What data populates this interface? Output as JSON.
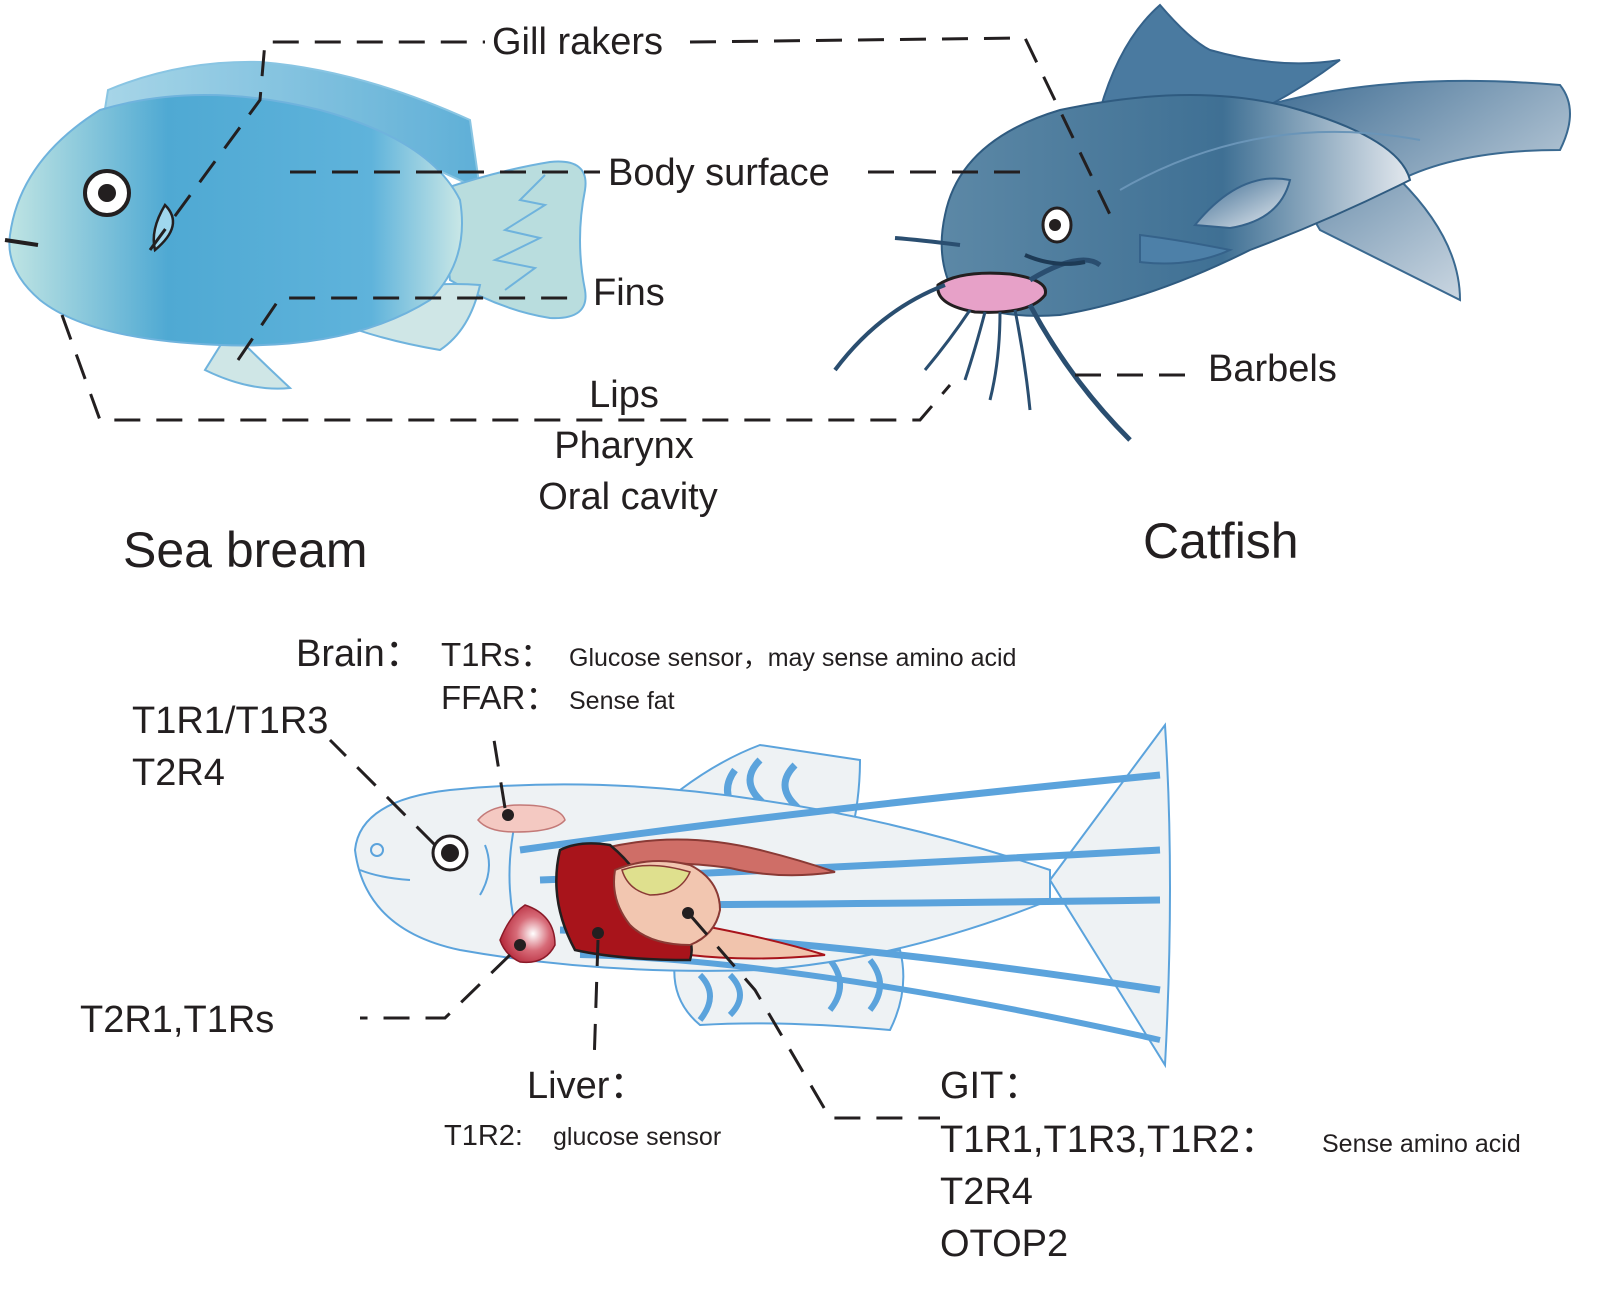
{
  "species": {
    "left": "Sea bream",
    "right": "Catfish"
  },
  "external_organs": {
    "gill_rakers": "Gill rakers",
    "body_surface": "Body surface",
    "fins": "Fins",
    "barbels": "Barbels",
    "oral": [
      "Lips",
      "Pharynx",
      "Oral cavity"
    ]
  },
  "internal": {
    "brain": {
      "title": "Brain：",
      "lines": [
        {
          "receptor": "T1Rs：",
          "function": "Glucose sensor，may sense  amino acid"
        },
        {
          "receptor": "FFAR：",
          "function": "Sense fat"
        }
      ]
    },
    "eye_receptors": [
      "T1R1/T1R3",
      "T2R4"
    ],
    "heart_receptors": "T2R1,T1Rs",
    "liver": {
      "title": "Liver：",
      "receptor": "T1R2:",
      "function": "glucose sensor"
    },
    "git": {
      "title": "GIT：",
      "receptors": "T1R1,T1R3,T1R2：",
      "function": "Sense amino acid",
      "extra": [
        "T2R4",
        "OTOP2"
      ]
    }
  },
  "colors": {
    "sea_bream_body": "#4fa9d3",
    "catfish_body": "#3c6d93",
    "catfish_lip": "#e7a1c8",
    "zebrafish_stripe": "#5ba3dc",
    "liver": "#a8141b",
    "heart": "#c83a4a",
    "leader_line": "#231f20"
  }
}
